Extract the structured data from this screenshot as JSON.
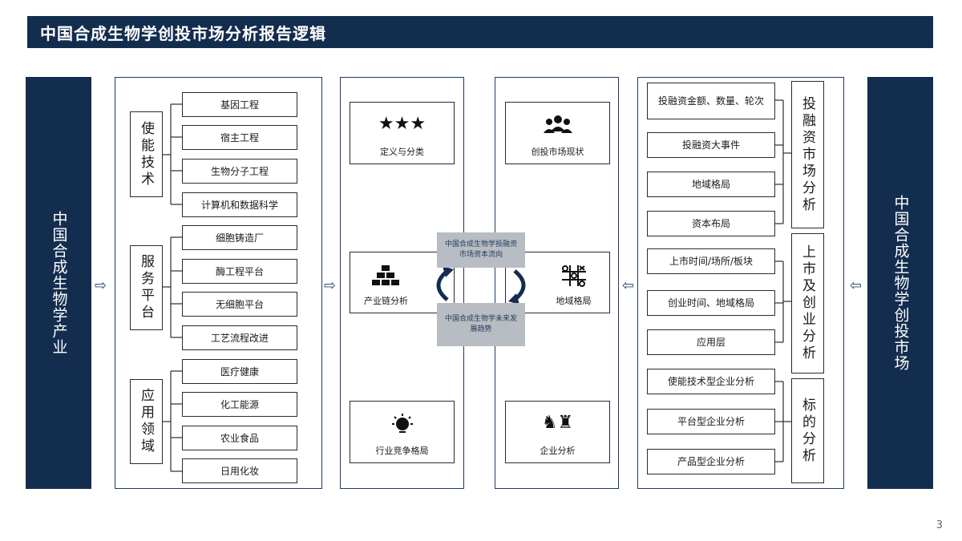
{
  "title": "中国合成生物学创投市场分析报告逻辑",
  "left_banner": "中国合成生物学产业",
  "right_banner": "中国合成生物学创投市场",
  "col1": {
    "groups": [
      {
        "category": "使能技术",
        "items": [
          "基因工程",
          "宿主工程",
          "生物分子工程",
          "计算机和数据科学"
        ]
      },
      {
        "category": "服务平台",
        "items": [
          "细胞铸造厂",
          "酶工程平台",
          "无细胞平台",
          "工艺流程改进"
        ]
      },
      {
        "category": "应用领域",
        "items": [
          "医疗健康",
          "化工能源",
          "农业食品",
          "日用化妆"
        ]
      }
    ]
  },
  "col2": {
    "boxes": [
      {
        "label": "定义与分类",
        "icon": "three-stars-icon"
      },
      {
        "label": "产业链分析",
        "icon": "building-blocks-icon"
      },
      {
        "label": "行业竞争格局",
        "icon": "lightbulb-icon"
      }
    ]
  },
  "col3": {
    "boxes": [
      {
        "label": "创投市场现状",
        "icon": "people-group-icon"
      },
      {
        "label": "地域格局",
        "icon": "tic-tac-toe-icon"
      },
      {
        "label": "企业分析",
        "icon": "chess-pieces-icon"
      }
    ]
  },
  "center": {
    "top": "中国合成生物学投融资市场资本流向",
    "bottom": "中国合成生物学未来发展趋势"
  },
  "col4": {
    "groups": [
      {
        "title": "投融资市场分析",
        "items": [
          "投融资金额、数量、轮次",
          "投融资大事件",
          "地域格局",
          "资本布局"
        ]
      },
      {
        "title": "上市及创业分析",
        "items": [
          "上市时间/场所/板块",
          "创业时间、地域格局",
          "应用层"
        ]
      },
      {
        "title": "标的分析",
        "items": [
          "使能技术型企业分析",
          "平台型企业分析",
          "产品型企业分析"
        ]
      }
    ]
  },
  "arrows": {
    "right": "⇨",
    "left": "⇦"
  },
  "page_number": "3",
  "colors": {
    "navy": "#132d4f",
    "gray": "#b8bcc3"
  }
}
